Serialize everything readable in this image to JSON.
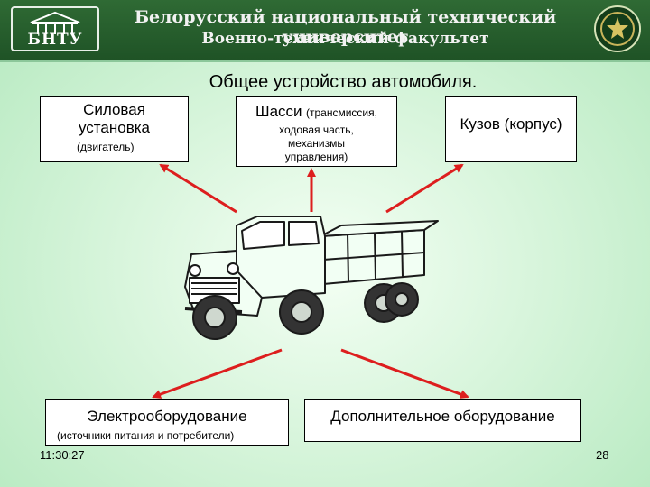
{
  "header": {
    "logo_text": "БНТУ",
    "university": "Белорусский национальный технический университет",
    "faculty": "Военно-технический факультет"
  },
  "slide": {
    "title": "Общее устройство автомобиля.",
    "boxes": {
      "power": {
        "main": "Силовая установка",
        "sub": "(двигатель)"
      },
      "chassis": {
        "main": "Шасси",
        "sub_inline": "(трансмиссия,",
        "sub": "ходовая часть, механизмы управления)"
      },
      "body": {
        "main": "Кузов (корпус)"
      },
      "electrical": {
        "main": "Электрооборудование",
        "sub": "(источники питания и потребители)"
      },
      "additional": {
        "main": "Дополнительное оборудование"
      }
    },
    "time": "11:30:27",
    "page_number": "28"
  },
  "colors": {
    "header": "#2f6a34",
    "arrow": "#dd1e1e",
    "background": "#d8f5dc"
  }
}
